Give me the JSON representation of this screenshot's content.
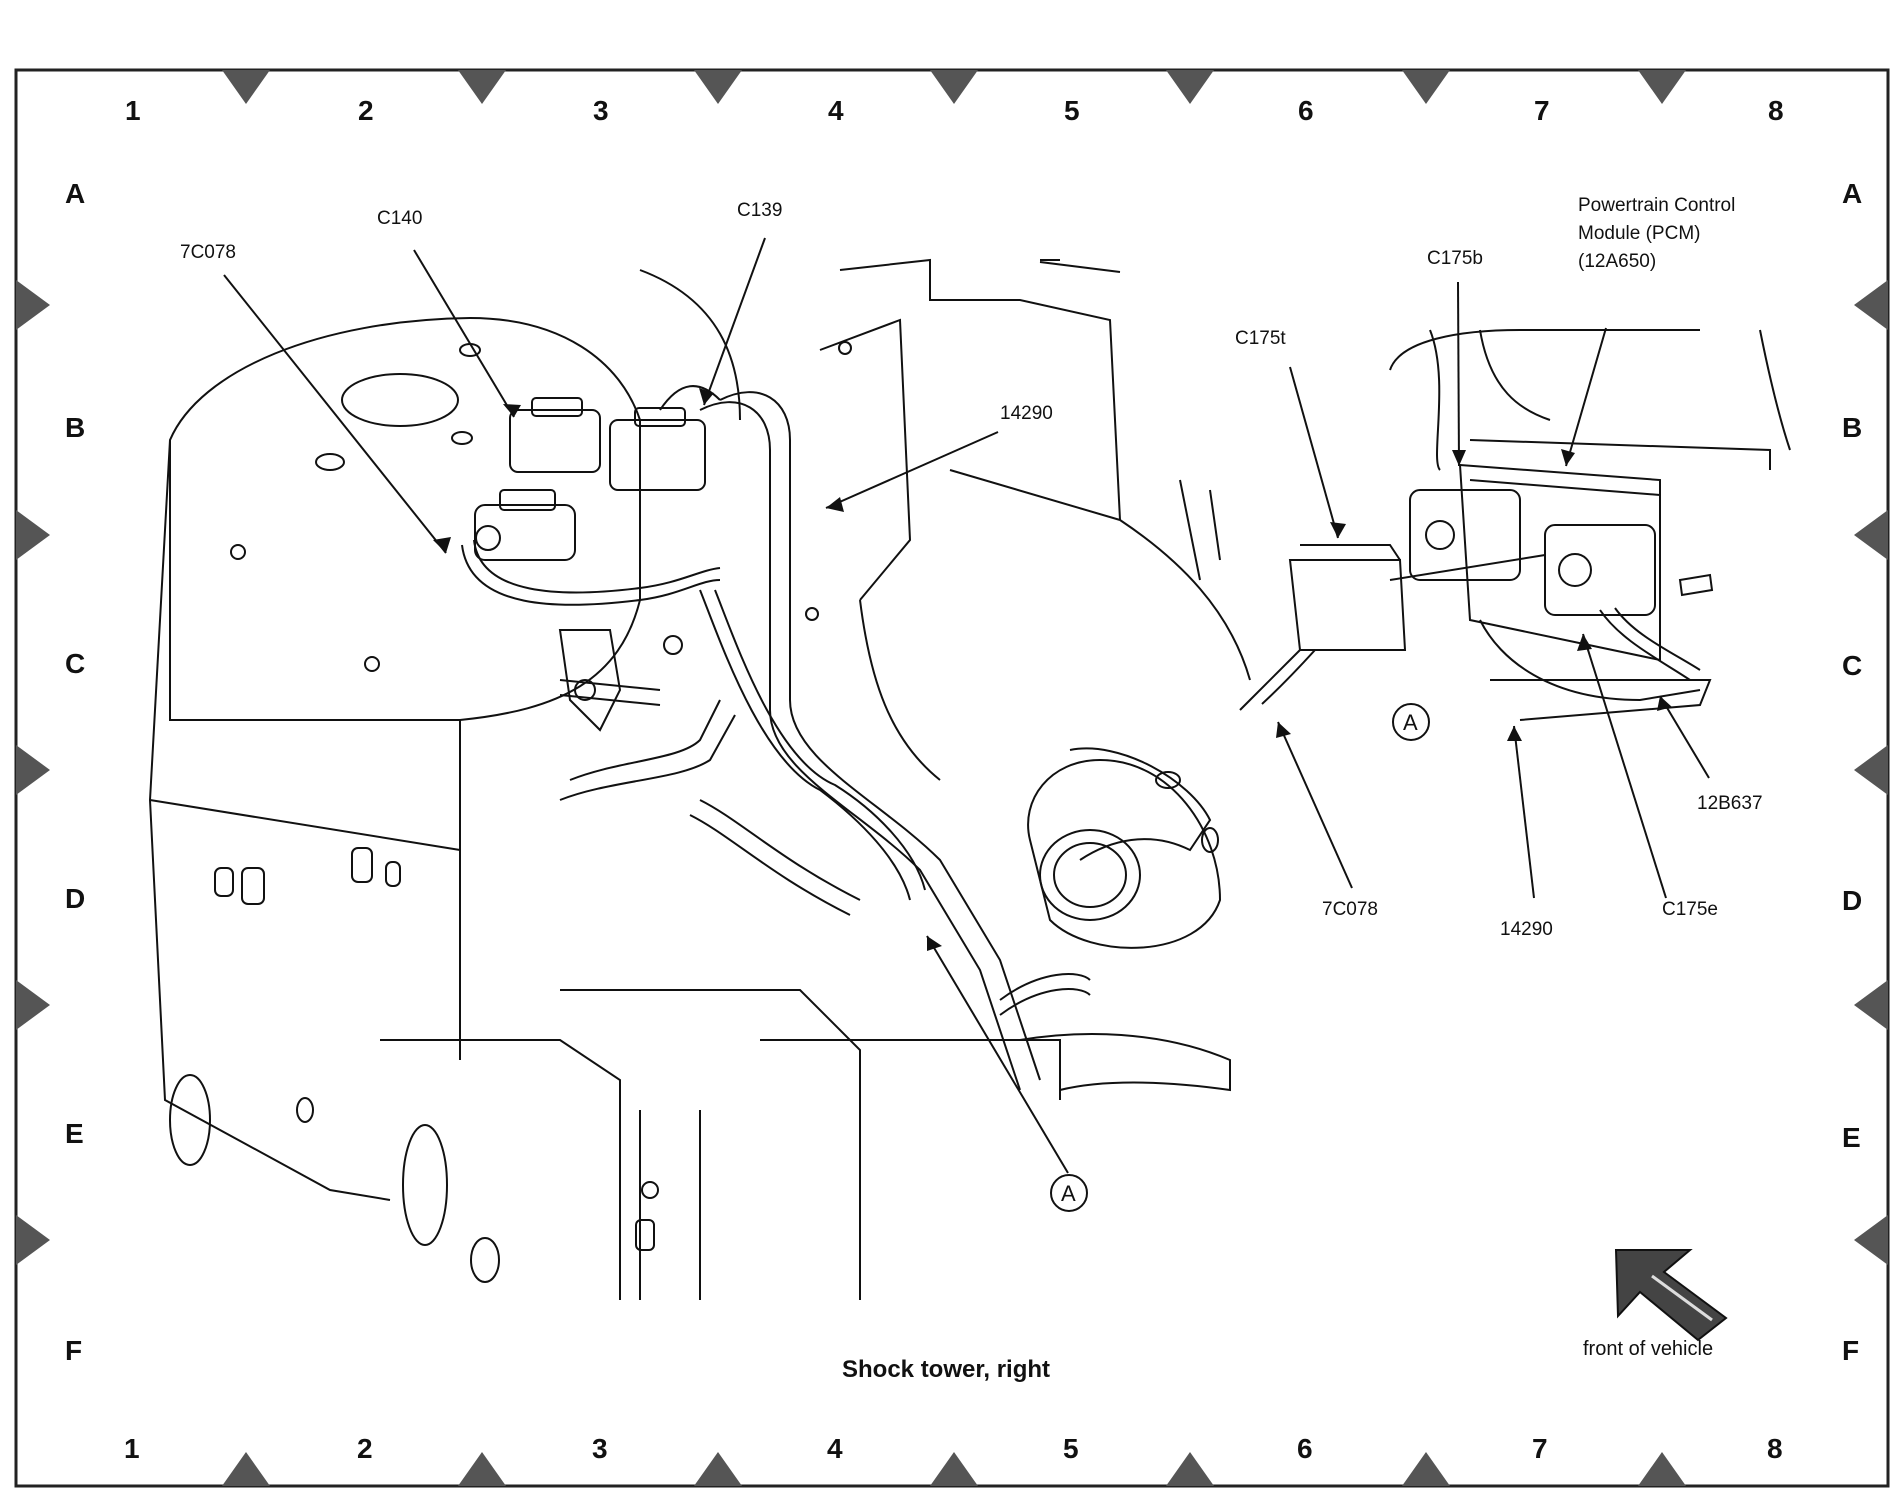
{
  "grid": {
    "columns": [
      "1",
      "2",
      "3",
      "4",
      "5",
      "6",
      "7",
      "8"
    ],
    "rows": [
      "A",
      "B",
      "C",
      "D",
      "E",
      "F"
    ]
  },
  "callouts": {
    "c140": "C140",
    "c139": "C139",
    "conn_7c078_left": "7C078",
    "harness_14290_left": "14290",
    "c175t": "C175t",
    "c175b": "C175b",
    "pcm": "Powertrain Control\nModule (PCM)\n(12A650)",
    "bracket_12b637": "12B637",
    "conn_7c078_right": "7C078",
    "harness_14290_right": "14290",
    "c175e": "C175e"
  },
  "detail_marker": {
    "bottom": "A",
    "right": "A"
  },
  "caption": "Shock tower, right",
  "direction_label": "front of vehicle",
  "colors": {
    "line": "#111111",
    "frame": "#222222",
    "triangle": "#555555"
  }
}
